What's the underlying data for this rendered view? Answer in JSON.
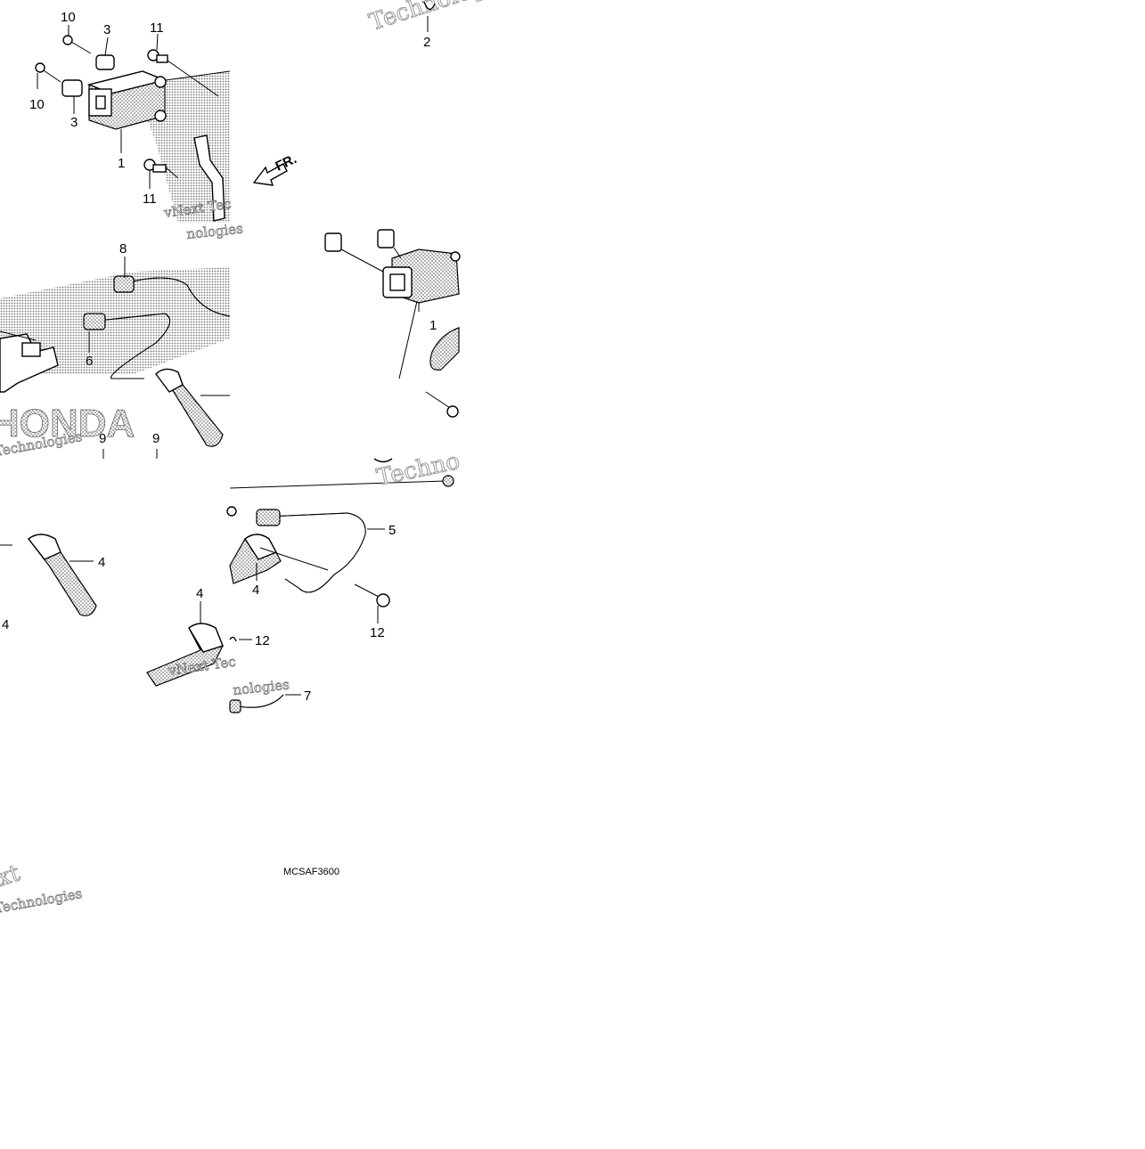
{
  "diagram": {
    "drawing_code": "MCSAF3600",
    "direction_marker": "FR.",
    "brand_logo": "HONDA",
    "watermark": [
      "Technologies",
      "vNext Tec",
      "Techno",
      "xt",
      "nologies"
    ],
    "callouts": {
      "c10a": "10",
      "c3a": "3",
      "c11a": "11",
      "c10b": "10",
      "c3b": "3",
      "c1a": "1",
      "c11b": "11",
      "c2": "2",
      "c8": "8",
      "c6": "6",
      "c9a": "9",
      "c9b": "9",
      "c1b": "1",
      "c5": "5",
      "c4a": "4",
      "c4b": "4",
      "c4c": "4",
      "c4d": "4",
      "c12a": "12",
      "c12b": "12",
      "c7": "7"
    }
  }
}
